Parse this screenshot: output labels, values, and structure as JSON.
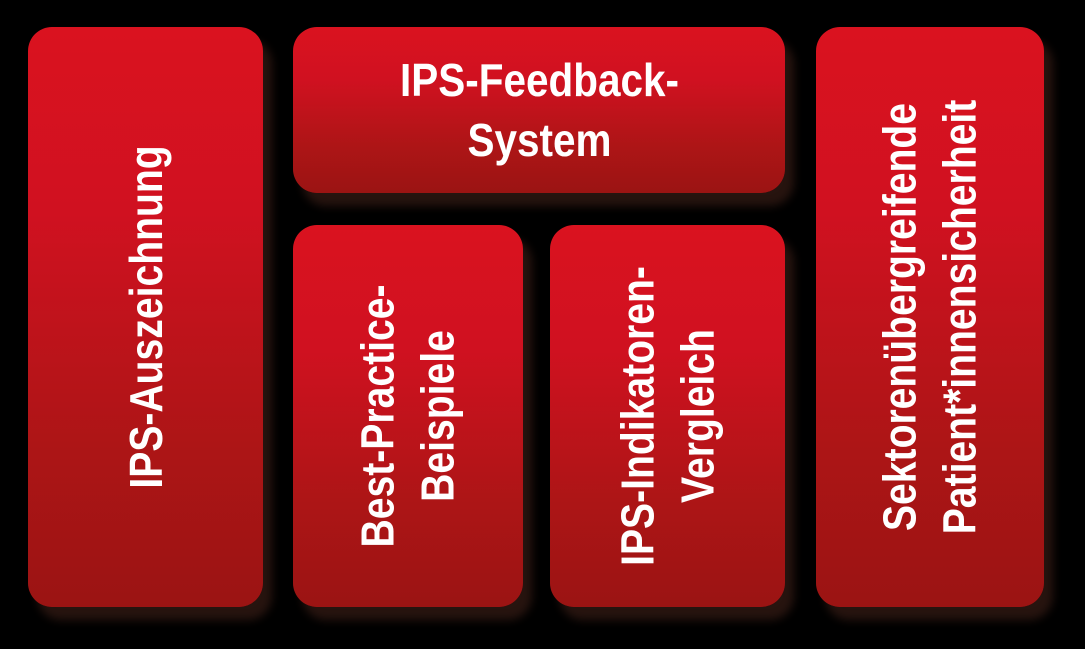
{
  "canvas": {
    "background_color": "#000000"
  },
  "style": {
    "box_gradient_top": "#da121f",
    "box_gradient_bottom": "#9b1413",
    "text_color": "#ffffff"
  },
  "boxes": {
    "ips_auszeichnung": {
      "lines": [
        "IPS-Auszeichnung"
      ],
      "orientation": "vertical"
    },
    "ips_feedback_system": {
      "lines": [
        "IPS-Feedback-",
        "System"
      ],
      "orientation": "horizontal"
    },
    "best_practice_beispiele": {
      "lines": [
        "Best-Practice-",
        "Beispiele"
      ],
      "orientation": "vertical"
    },
    "ips_indikatoren_vergleich": {
      "lines": [
        "IPS-Indikatoren-",
        "Vergleich"
      ],
      "orientation": "vertical"
    },
    "sektorenuebergreifende_patientensicherheit": {
      "lines": [
        "Sektorenübergreifende",
        "Patient*innensicherheit"
      ],
      "orientation": "vertical"
    }
  }
}
